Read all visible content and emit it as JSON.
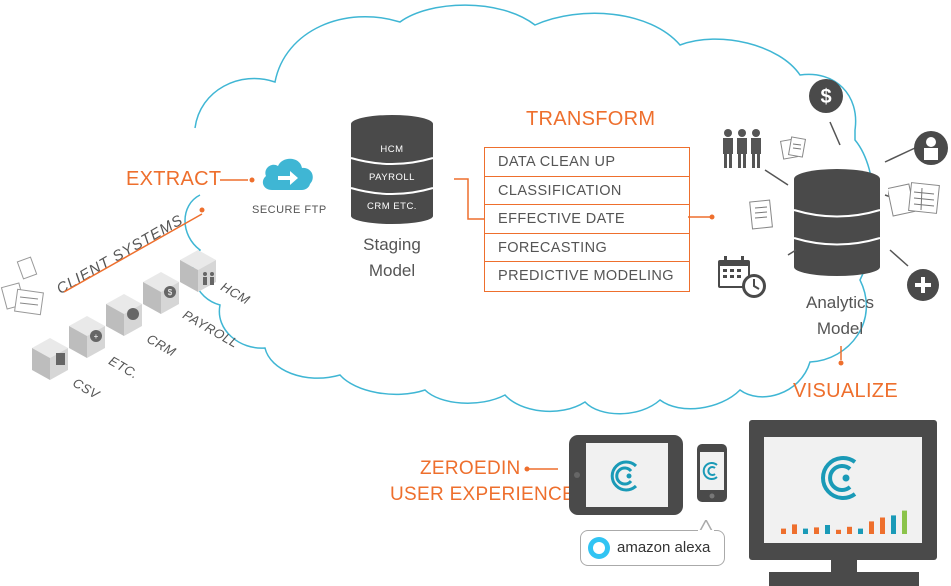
{
  "labels": {
    "extract": "EXTRACT",
    "secure_ftp": "SECURE FTP",
    "transform": "TRANSFORM",
    "visualize": "VISUALIZE",
    "staging_model": [
      "Staging",
      "Model"
    ],
    "analytics_model": [
      "Analytics",
      "Model"
    ],
    "zeroedin": "ZEROEDIN",
    "user_experience": "USER EXPERIENCE",
    "client_systems": "CLIENT SYSTEMS",
    "alexa": "amazon alexa"
  },
  "staging_db": [
    "HCM",
    "PAYROLL",
    "CRM  ETC."
  ],
  "transform_steps": [
    "DATA CLEAN UP",
    "CLASSIFICATION",
    "EFFECTIVE DATE",
    "FORECASTING",
    "PREDICTIVE MODELING"
  ],
  "client_cubes": [
    "HCM",
    "PAYROLL",
    "CRM",
    "ETC.",
    "CSV"
  ],
  "colors": {
    "accent": "#ee6f2d",
    "cloud_stroke": "#3fb6d4",
    "dark_grey": "#4a4a4a",
    "teal": "#1a9ab7"
  },
  "chart_bars": [
    {
      "color": "#ee6f2d",
      "value": 0.18
    },
    {
      "color": "#ee6f2d",
      "value": 0.32
    },
    {
      "color": "#1a9ab7",
      "value": 0.18
    },
    {
      "color": "#ee6f2d",
      "value": 0.22
    },
    {
      "color": "#1a9ab7",
      "value": 0.3
    },
    {
      "color": "#ee6f2d",
      "value": 0.14
    },
    {
      "color": "#ee6f2d",
      "value": 0.24
    },
    {
      "color": "#1a9ab7",
      "value": 0.18
    },
    {
      "color": "#ee6f2d",
      "value": 0.42
    },
    {
      "color": "#ee6f2d",
      "value": 0.55
    },
    {
      "color": "#1a9ab7",
      "value": 0.62
    },
    {
      "color": "#8bc34a",
      "value": 0.78
    }
  ]
}
